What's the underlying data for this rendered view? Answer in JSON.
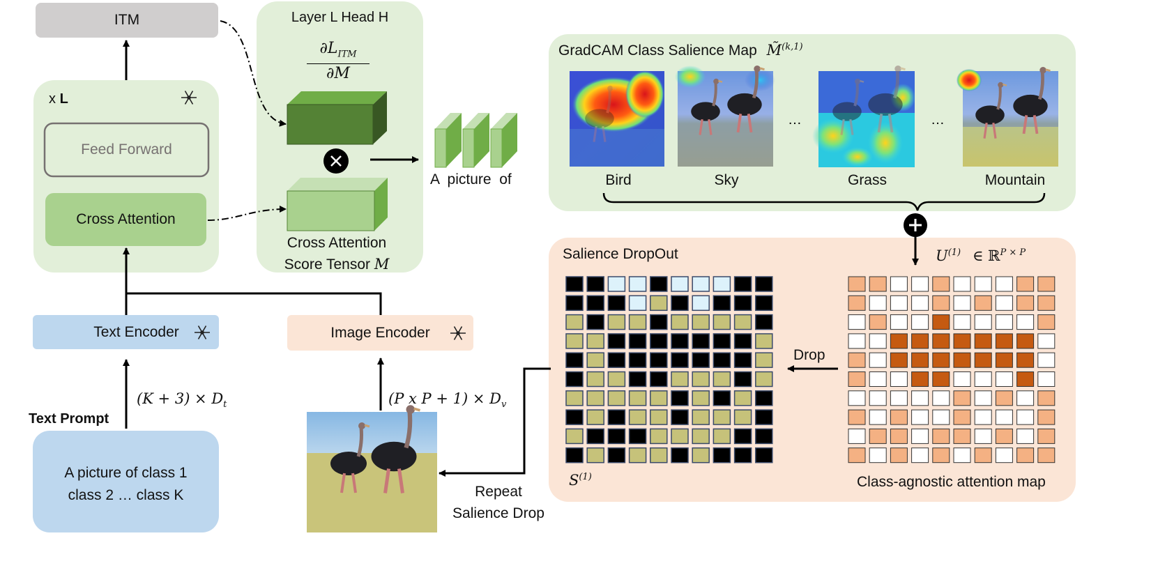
{
  "itm": "ITM",
  "layer_head": "Layer L Head H",
  "grad_num": "∂L",
  "grad_num_sub": "ITM",
  "grad_den": "∂M",
  "xl_prefix": "x ",
  "xl_bold": "L",
  "feed_forward": "Feed Forward",
  "cross_attention": "Cross Attention",
  "score_tensor_1": "Cross Attention",
  "score_tensor_2": "Score Tensor ",
  "score_tensor_m": "M",
  "text_encoder": "Text Encoder",
  "image_encoder": "Image Encoder",
  "text_dim": "(K + 3) × D",
  "text_dim_sub": "t",
  "image_dim": "(P x P + 1) × D",
  "image_dim_sub": "v",
  "text_prompt_label": "Text Prompt",
  "prompt_line1": "A picture of class 1",
  "prompt_line2": "class 2 … class K",
  "tokens_label": "A  picture  of",
  "gradcam_title": "GradCAM Class Salience Map",
  "gradcam_symbol": "M̃",
  "gradcam_sup": "(k,1)",
  "classes": [
    "Bird",
    "Sky",
    "Grass",
    "Mountain"
  ],
  "ellipsis": "…",
  "salience_dropout": "Salience DropOut",
  "u_symbol": "U",
  "u_sup": "(1)",
  "u_in": "∈ ℝ",
  "u_dims": "P × P",
  "drop": "Drop",
  "s_symbol": "S",
  "s_sup": "(1)",
  "class_agnostic": "Class-agnostic attention map",
  "repeat_1": "Repeat",
  "repeat_2": "Salience Drop",
  "colors": {
    "green_panel": "#e2efd9",
    "blue_box": "#bdd7ee",
    "peach_panel": "#fbe5d6",
    "gray_box": "#d0cece",
    "dark_green": "#548235",
    "light_green": "#a9d18e",
    "cross_attn": "#a9d18e",
    "orange_dark": "#c55a11",
    "orange_light": "#f4b183"
  },
  "attention_grid": [
    [
      1,
      1,
      0,
      0,
      1,
      0,
      0,
      0,
      1,
      1
    ],
    [
      1,
      0,
      0,
      0,
      1,
      0,
      1,
      0,
      1,
      1
    ],
    [
      0,
      1,
      0,
      0,
      2,
      0,
      0,
      0,
      0,
      1
    ],
    [
      0,
      0,
      2,
      2,
      2,
      2,
      2,
      2,
      2,
      0
    ],
    [
      1,
      0,
      2,
      2,
      2,
      2,
      2,
      2,
      2,
      0
    ],
    [
      1,
      0,
      0,
      2,
      2,
      0,
      0,
      0,
      2,
      0
    ],
    [
      0,
      0,
      0,
      0,
      0,
      1,
      0,
      1,
      0,
      1
    ],
    [
      1,
      0,
      1,
      0,
      0,
      1,
      0,
      0,
      0,
      1
    ],
    [
      0,
      1,
      1,
      0,
      1,
      1,
      0,
      1,
      0,
      1
    ],
    [
      1,
      0,
      1,
      0,
      1,
      0,
      1,
      0,
      1,
      1
    ]
  ],
  "dropout_grid": [
    [
      0,
      0,
      1,
      1,
      0,
      1,
      1,
      1,
      0,
      0
    ],
    [
      0,
      0,
      0,
      1,
      2,
      0,
      1,
      0,
      0,
      0
    ],
    [
      2,
      0,
      2,
      2,
      0,
      2,
      2,
      2,
      2,
      0
    ],
    [
      2,
      2,
      0,
      0,
      0,
      0,
      0,
      0,
      0,
      2
    ],
    [
      0,
      2,
      0,
      0,
      0,
      0,
      0,
      0,
      0,
      2
    ],
    [
      0,
      2,
      2,
      0,
      0,
      2,
      2,
      2,
      0,
      2
    ],
    [
      2,
      2,
      2,
      2,
      2,
      0,
      2,
      0,
      2,
      0
    ],
    [
      0,
      2,
      0,
      2,
      2,
      0,
      2,
      2,
      2,
      0
    ],
    [
      2,
      0,
      0,
      0,
      2,
      2,
      2,
      2,
      0,
      0
    ],
    [
      0,
      2,
      0,
      2,
      2,
      0,
      2,
      0,
      0,
      0
    ]
  ]
}
